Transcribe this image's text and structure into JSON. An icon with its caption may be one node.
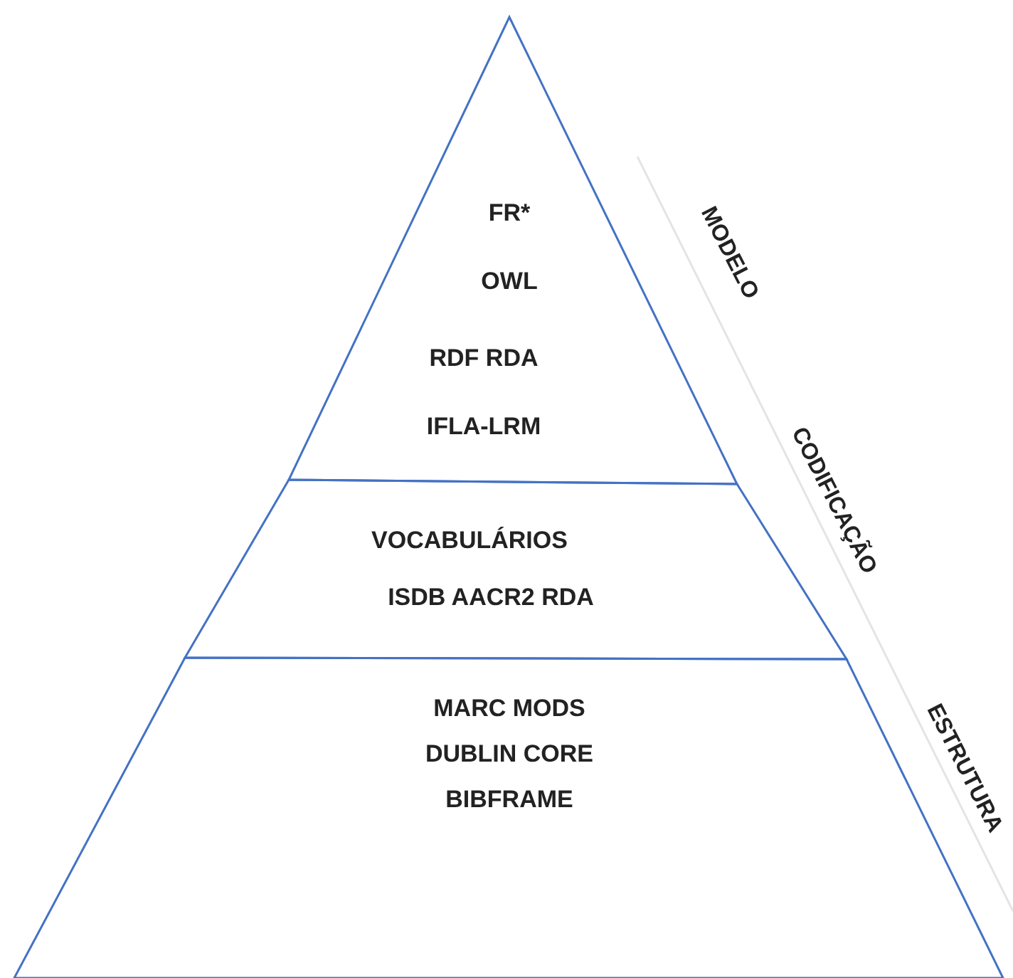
{
  "diagram": {
    "nodes": [
      {
        "text": [
          "FR*",
          "OWL",
          "RDF RDA",
          "IFLA-LRM"
        ]
      },
      {
        "text": [
          "VOCABULÁRIOS",
          "ISDB AACR2 RDA"
        ]
      },
      {
        "text": [
          "MARC MODS",
          "DUBLIN CORE",
          "BIBFRAME"
        ]
      }
    ],
    "labels": [
      "MODELO",
      "CODIFICAÇÃO",
      "ESTRUTURA"
    ]
  }
}
